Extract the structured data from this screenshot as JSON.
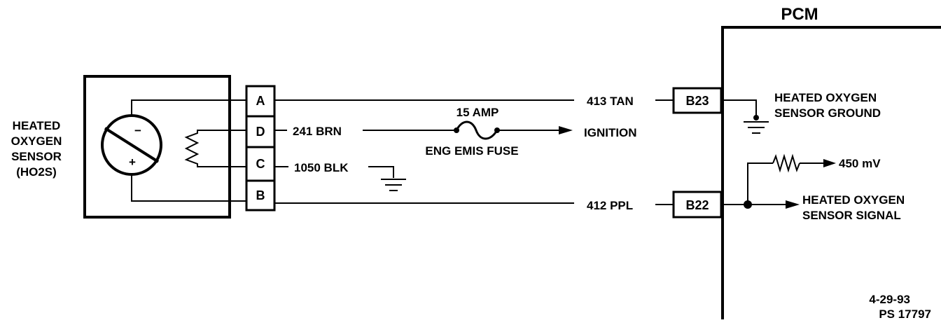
{
  "module": {
    "title": "PCM",
    "pins": {
      "b23": "B23",
      "b22": "B22"
    },
    "ground_label": [
      "HEATED OXYGEN",
      "SENSOR GROUND"
    ],
    "signal_label": [
      "HEATED OXYGEN",
      "SENSOR SIGNAL"
    ],
    "reference_voltage": "450 mV"
  },
  "sensor": {
    "label": [
      "HEATED",
      "OXYGEN",
      "SENSOR",
      "(HO2S)"
    ],
    "negative_symbol": "−",
    "positive_symbol": "+"
  },
  "connector": {
    "pins": [
      "A",
      "D",
      "C",
      "B"
    ]
  },
  "wires": {
    "a": "413 TAN",
    "d": "241 BRN",
    "c": "1050 BLK",
    "b": "412 PPL"
  },
  "fuse": {
    "rating": "15 AMP",
    "name": "ENG EMIS FUSE"
  },
  "ignition_label": "IGNITION",
  "footer": {
    "date": "4-29-93",
    "ref": "PS 17797"
  },
  "colors": {
    "line": "#000000",
    "background": "#ffffff"
  },
  "icons": [
    "ground-icon",
    "resistor-icon",
    "heater-element-icon",
    "fuse-icon",
    "arrow-icon",
    "sensor-symbol-icon"
  ]
}
